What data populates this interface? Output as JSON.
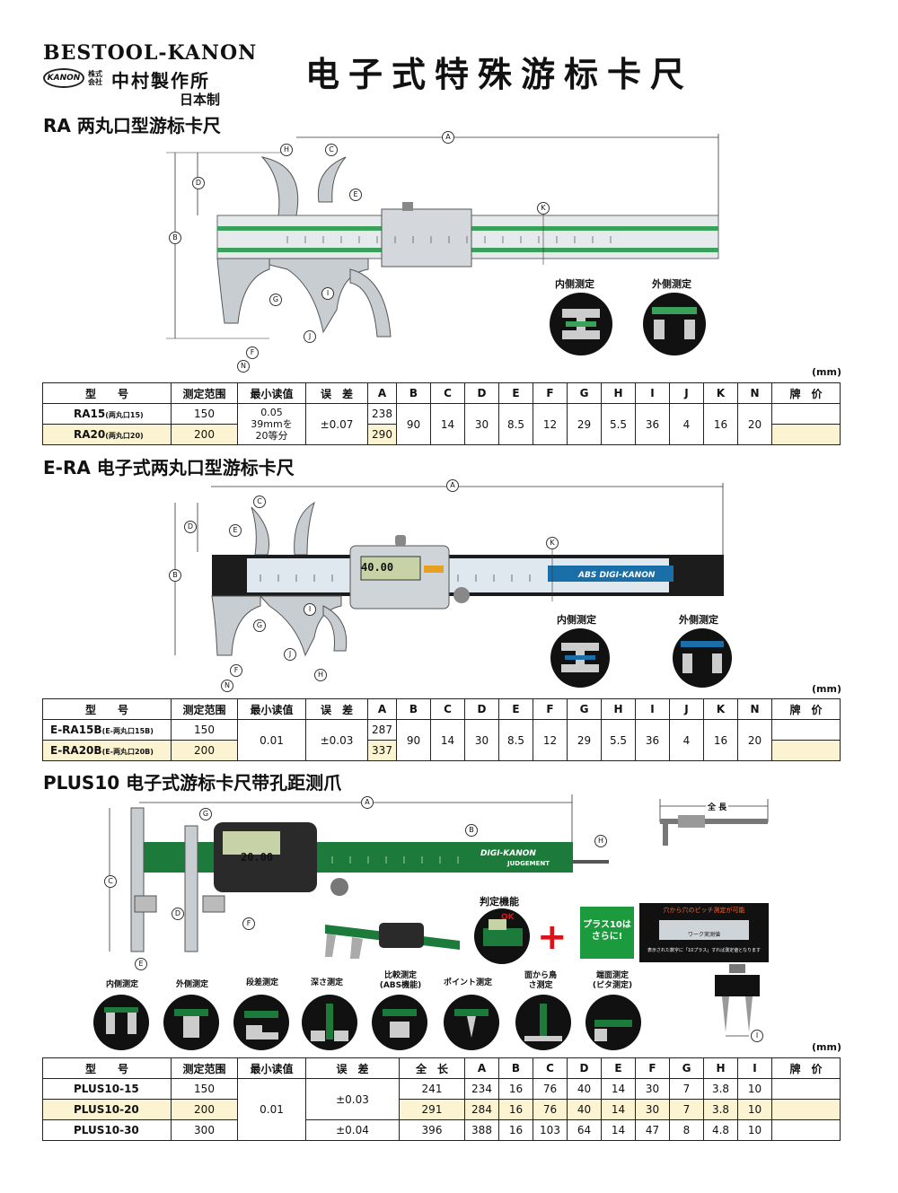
{
  "brand": {
    "name": "BESTOOL-KANON",
    "logo_text": "KANON",
    "kk": "株式会社",
    "company": "中村製作所",
    "made_in": "日本制"
  },
  "main_title": "电子式特殊游标卡尺",
  "ra": {
    "title": "RA  两丸口型游标卡尺",
    "unit": "(mm)",
    "insets": [
      "内侧测定",
      "外侧测定"
    ],
    "headers": [
      "型　　号",
      "测定范围",
      "最小读值",
      "误　差",
      "A",
      "B",
      "C",
      "D",
      "E",
      "F",
      "G",
      "H",
      "I",
      "J",
      "K",
      "N",
      "牌　价"
    ],
    "rows": [
      {
        "model": "RA15",
        "sub": "(两丸口15)",
        "range": "150",
        "A": "238"
      },
      {
        "model": "RA20",
        "sub": "(两丸口20)",
        "range": "200",
        "A": "290"
      }
    ],
    "min_read": "0.05\n39mmを\n20等分",
    "min_read_lines": [
      "0.05",
      "39mmを",
      "20等分"
    ],
    "error": "±0.07",
    "shared": [
      "90",
      "14",
      "30",
      "8.5",
      "12",
      "29",
      "5.5",
      "36",
      "4",
      "16",
      "20"
    ]
  },
  "era": {
    "title": "E-RA  电子式两丸口型游标卡尺",
    "unit": "(mm)",
    "insets": [
      "内侧测定",
      "外侧测定"
    ],
    "display": "40.00",
    "brand_band": "ABS DIGI-KANON",
    "headers": [
      "型　　号",
      "测定范围",
      "最小读值",
      "误　差",
      "A",
      "B",
      "C",
      "D",
      "E",
      "F",
      "G",
      "H",
      "I",
      "J",
      "K",
      "N",
      "牌　价"
    ],
    "rows": [
      {
        "model": "E-RA15B",
        "sub": "(E-两丸口15B)",
        "range": "150",
        "A": "287"
      },
      {
        "model": "E-RA20B",
        "sub": "(E-两丸口20B)",
        "range": "200",
        "A": "337"
      }
    ],
    "min_read": "0.01",
    "error": "±0.03",
    "shared": [
      "90",
      "14",
      "30",
      "8.5",
      "12",
      "29",
      "5.5",
      "36",
      "4",
      "16",
      "20"
    ]
  },
  "plus": {
    "title": "PLUS10  电子式游标卡尺带孔距测爪",
    "unit": "(mm)",
    "display": "20.00",
    "band": "DIGI-KANON",
    "band_sub": "JUDGEMENT",
    "full_length_label": "全 長",
    "judge_label": "判定機能",
    "judge_ok": "OK",
    "plus_box": "プラス10は\nさらに!",
    "plus_box_lines": [
      "プラス10は",
      "さらに!"
    ],
    "promo_title": "穴から穴のピッチ測定が可能",
    "promo_sub": "ワーク実測値",
    "promo_note": "表示された数字に「10プラス」すれば測定値となります",
    "modes": [
      "内侧测定",
      "外侧测定",
      "段差测定",
      "深さ测定",
      "比較测定\n(ABS機能)",
      "ポイント测定",
      "面から鳥\nさ测定",
      "端面测定\n(ピタ测定)"
    ],
    "headers": [
      "型　　号",
      "测定范围",
      "最小读值",
      "误　差",
      "全　长",
      "A",
      "B",
      "C",
      "D",
      "E",
      "F",
      "G",
      "H",
      "I",
      "牌　价"
    ],
    "rows": [
      {
        "model": "PLUS10-15",
        "range": "150",
        "full": "241",
        "A": "234",
        "B": "16",
        "C": "76",
        "D": "40",
        "E": "14",
        "F": "30",
        "G": "7",
        "H": "3.8",
        "I": "10"
      },
      {
        "model": "PLUS10-20",
        "range": "200",
        "full": "291",
        "A": "284",
        "B": "16",
        "C": "76",
        "D": "40",
        "E": "14",
        "F": "30",
        "G": "7",
        "H": "3.8",
        "I": "10"
      },
      {
        "model": "PLUS10-30",
        "range": "300",
        "full": "396",
        "A": "388",
        "B": "16",
        "C": "103",
        "D": "64",
        "E": "14",
        "F": "47",
        "G": "8",
        "H": "4.8",
        "I": "10"
      }
    ],
    "min_read": "0.01",
    "error_a": "±0.03",
    "error_b": "±0.04"
  },
  "colors": {
    "accent_green": "#1c7a3a",
    "band_blue": "#1b6fa8",
    "highlight": "#fbf3d2",
    "red_plus": "#d8141a"
  }
}
